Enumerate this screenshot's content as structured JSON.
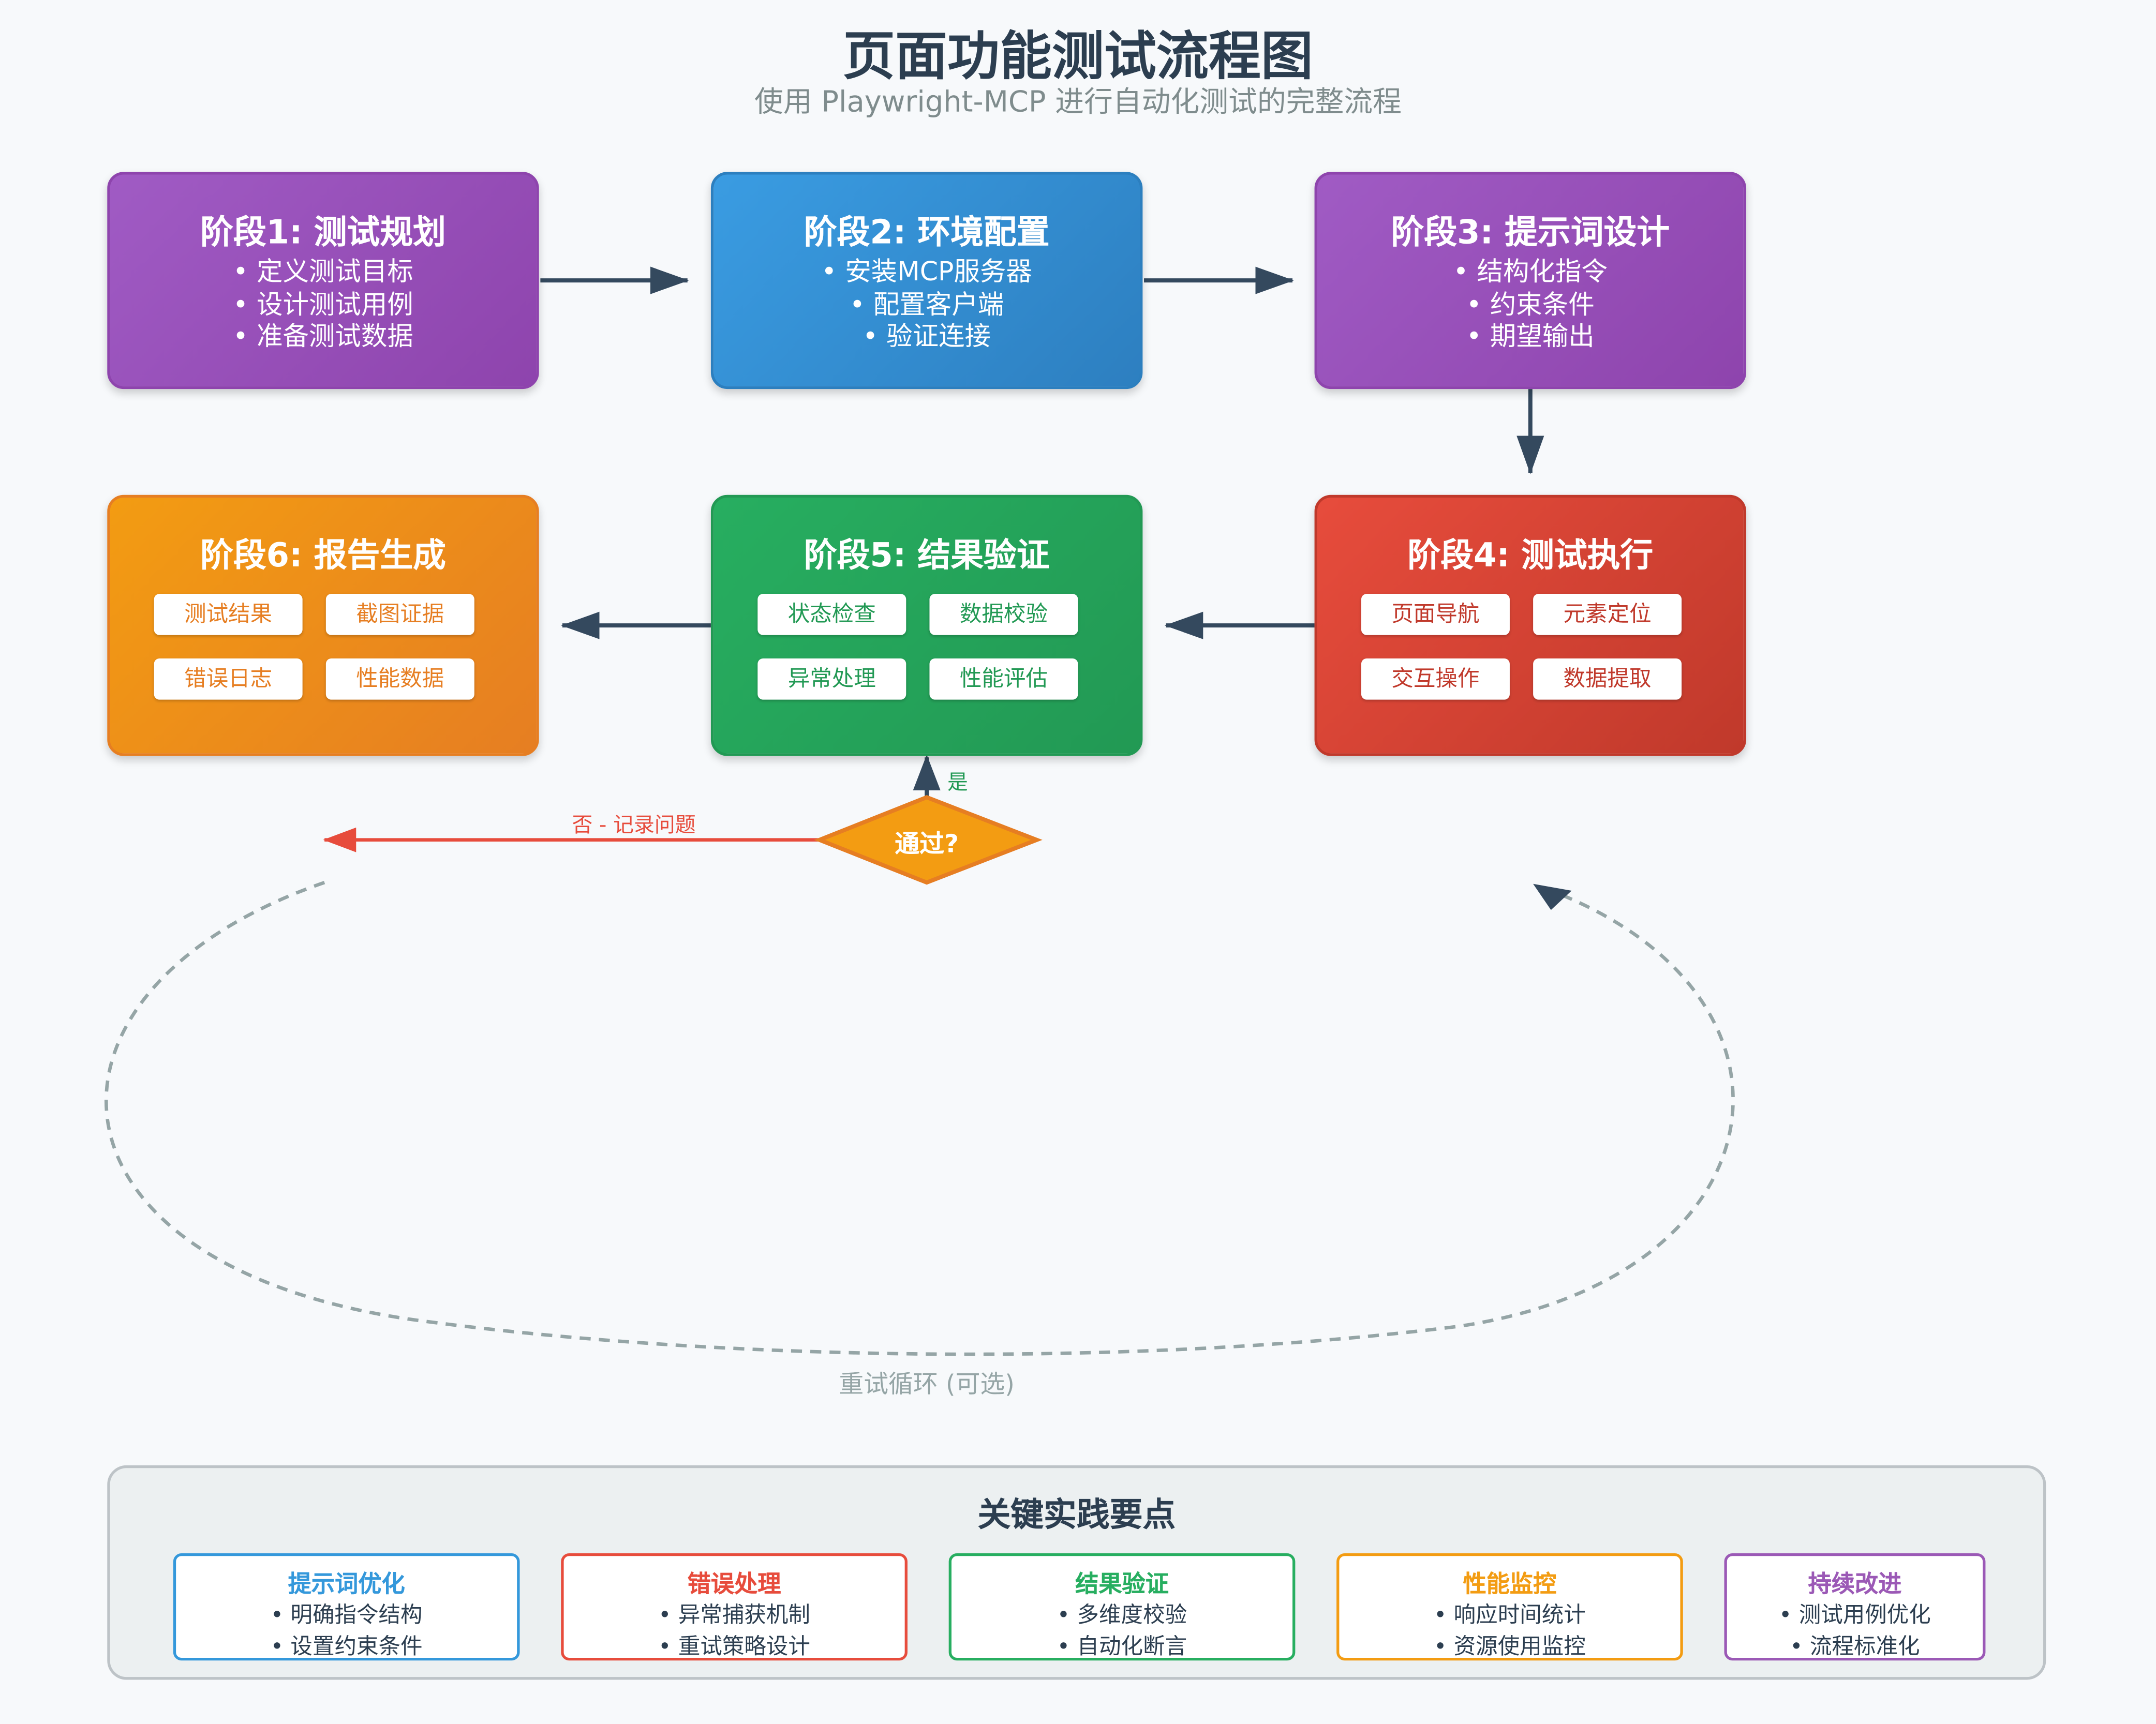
{
  "title": "页面功能测试流程图",
  "subtitle": "使用 Playwright-MCP 进行自动化测试的完整流程",
  "stages": [
    {
      "title": "阶段1: 测试规划",
      "items": [
        "• 定义测试目标",
        "• 设计测试用例",
        "• 准备测试数据"
      ]
    },
    {
      "title": "阶段2: 环境配置",
      "items": [
        "• 安装MCP服务器",
        "• 配置客户端",
        "• 验证连接"
      ]
    },
    {
      "title": "阶段3: 提示词设计",
      "items": [
        "• 结构化指令",
        "• 约束条件",
        "• 期望输出"
      ]
    },
    {
      "title": "阶段4: 测试执行",
      "chips": [
        "页面导航",
        "元素定位",
        "交互操作",
        "数据提取"
      ]
    },
    {
      "title": "阶段5: 结果验证",
      "chips": [
        "状态检查",
        "数据校验",
        "异常处理",
        "性能评估"
      ]
    },
    {
      "title": "阶段6: 报告生成",
      "chips": [
        "测试结果",
        "截图证据",
        "错误日志",
        "性能数据"
      ]
    }
  ],
  "decision": {
    "label": "通过?",
    "yes": "是",
    "no": "否 - 记录问题"
  },
  "loop_label": "重试循环 (可选)",
  "colors": {
    "purple": "#8e44ad",
    "blue": "#2d7fc0",
    "red": "#c0392b",
    "green": "#229954",
    "orange": "#e67e22",
    "arrow": "#34495e",
    "no_arrow": "#e74c3c",
    "loop": "#95a5a6"
  },
  "practices": {
    "title": "关键实践要点",
    "cards": [
      {
        "title": "提示词优化",
        "items": [
          "• 明确指令结构",
          "• 设置约束条件"
        ],
        "color": "#3498db"
      },
      {
        "title": "错误处理",
        "items": [
          "• 异常捕获机制",
          "• 重试策略设计"
        ],
        "color": "#e74c3c"
      },
      {
        "title": "结果验证",
        "items": [
          "• 多维度校验",
          "• 自动化断言"
        ],
        "color": "#27ae60"
      },
      {
        "title": "性能监控",
        "items": [
          "• 响应时间统计",
          "• 资源使用监控"
        ],
        "color": "#f39c12"
      },
      {
        "title": "持续改进",
        "items": [
          "• 测试用例优化",
          "• 流程标准化"
        ],
        "color": "#9b59b6"
      }
    ]
  }
}
